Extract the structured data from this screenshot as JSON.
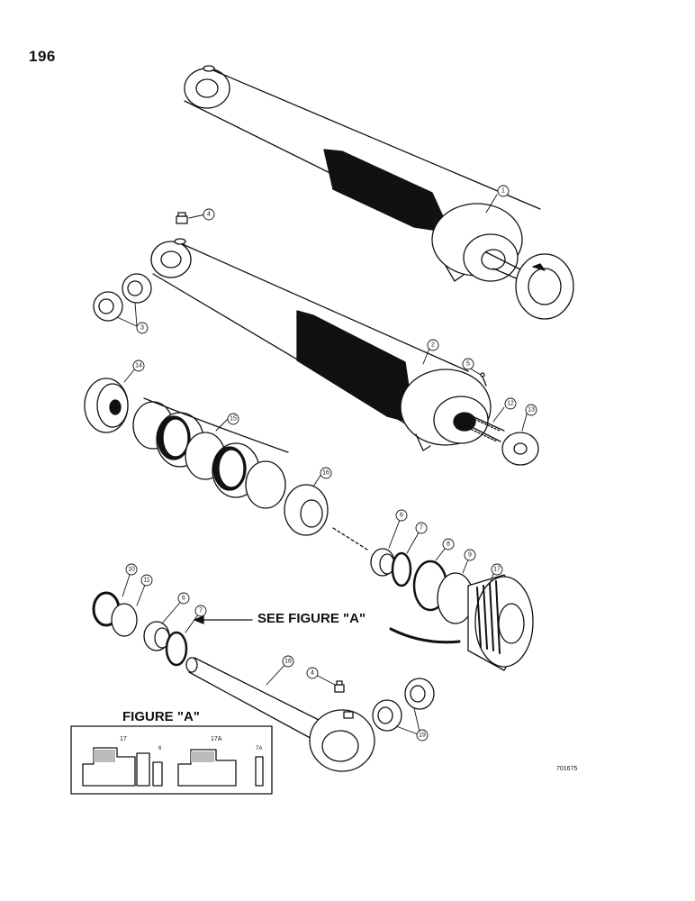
{
  "page": {
    "number": "196",
    "reference": "701675"
  },
  "callout": {
    "text": "SEE FIGURE \"A\""
  },
  "figure_a": {
    "title": "FIGURE \"A\"",
    "labels": [
      "17",
      "6",
      "17A",
      "7A"
    ]
  },
  "parts": [
    {
      "id": "1"
    },
    {
      "id": "2"
    },
    {
      "id": "3"
    },
    {
      "id": "4"
    },
    {
      "id": "4"
    },
    {
      "id": "5"
    },
    {
      "id": "6"
    },
    {
      "id": "6"
    },
    {
      "id": "7"
    },
    {
      "id": "7"
    },
    {
      "id": "8"
    },
    {
      "id": "9"
    },
    {
      "id": "10"
    },
    {
      "id": "11"
    },
    {
      "id": "12"
    },
    {
      "id": "13"
    },
    {
      "id": "14"
    },
    {
      "id": "15"
    },
    {
      "id": "16"
    },
    {
      "id": "17"
    },
    {
      "id": "18"
    },
    {
      "id": "19"
    }
  ],
  "colors": {
    "ink": "#111111",
    "paper": "#ffffff"
  }
}
